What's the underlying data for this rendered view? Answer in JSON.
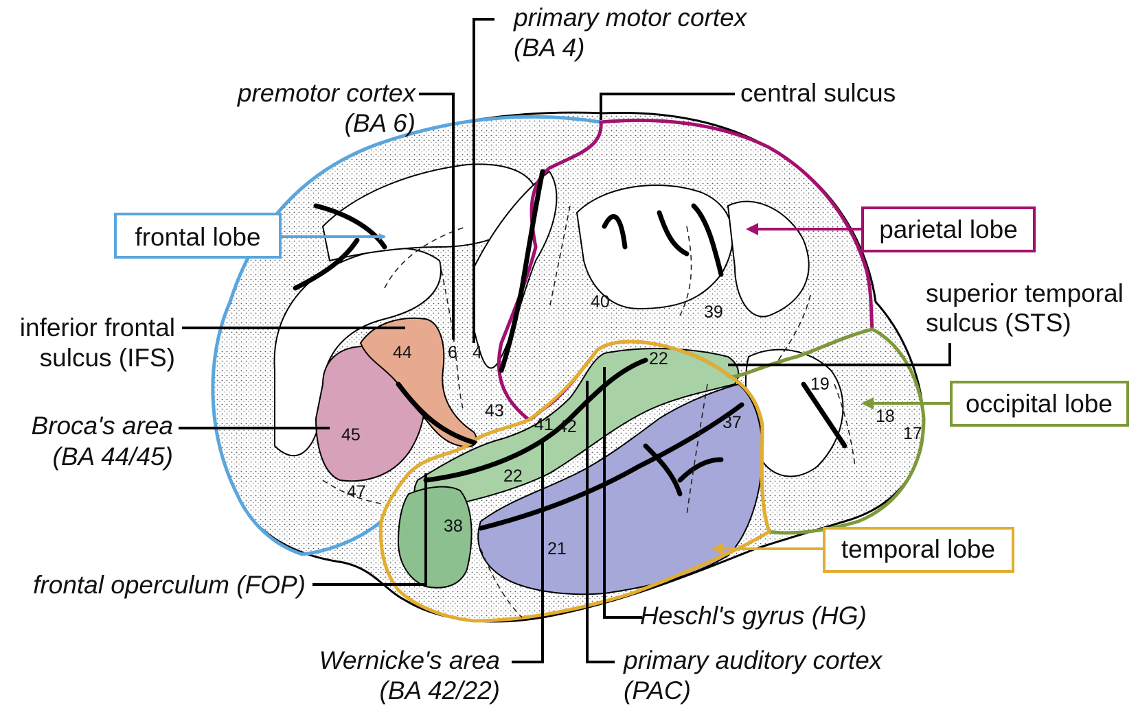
{
  "colors": {
    "frontal": "#5aa6dc",
    "parietal": "#a4106e",
    "occipital": "#7d9a3a",
    "temporal": "#e3ad2f",
    "ba44": "#e7aa8e",
    "ba45": "#d6a1b9",
    "superior_temporal": "#a8d2a6",
    "middle_temporal": "#a5a8d8"
  },
  "lobes": {
    "frontal": "frontal lobe",
    "parietal": "parietal lobe",
    "occipital": "occipital lobe",
    "temporal": "temporal lobe"
  },
  "labels": {
    "primary_motor": [
      "primary motor cortex",
      "(BA 4)"
    ],
    "premotor": [
      "premotor cortex",
      "(BA 6)"
    ],
    "central_sulcus": "central sulcus",
    "ifs": [
      "inferior frontal",
      "sulcus (IFS)"
    ],
    "broca": [
      "Broca's area",
      "(BA 44/45)"
    ],
    "sts": [
      "superior temporal",
      "sulcus (STS)"
    ],
    "fop": "frontal operculum (FOP)",
    "heschl": "Heschl's gyrus (HG)",
    "wernicke": [
      "Wernicke's area",
      "(BA 42/22)"
    ],
    "pac": [
      "primary auditory cortex",
      "(PAC)"
    ]
  },
  "areas": {
    "a44": "44",
    "a45": "45",
    "a47": "47",
    "a6": "6",
    "a4": "4",
    "a43": "43",
    "a41": "41",
    "a42": "42",
    "a40": "40",
    "a39": "39",
    "a22_upper": "22",
    "a22_lower": "22",
    "a38": "38",
    "a21": "21",
    "a37": "37",
    "a19": "19",
    "a18": "18",
    "a17": "17"
  }
}
